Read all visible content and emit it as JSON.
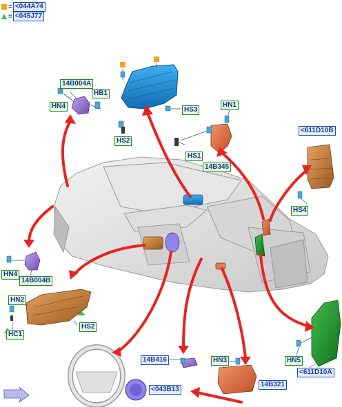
{
  "legend": [
    {
      "code": "<044A74",
      "symbol": "square",
      "color": "#f2a321"
    },
    {
      "code": "<045J77",
      "symbol": "triangle",
      "color": "#3cbf3c"
    }
  ],
  "labels": {
    "l_14b004a": "14B004A",
    "l_hb1": "HB1",
    "l_hn4_top": "HN4",
    "l_hs3": "HS3",
    "l_hs2_top": "HS2",
    "l_hn1": "HN1",
    "l_hs1": "HS1",
    "l_14b345": "14B345",
    "l_611d10b": "<611D10B",
    "l_hs4": "HS4",
    "l_hn4_left": "HN4",
    "l_14b004b": "14B004B",
    "l_hn2": "HN2",
    "l_hc1": "HC1",
    "l_hs2_low": "HS2",
    "l_14b416": "14B416",
    "l_hn3": "HN3",
    "l_14b321": "14B321",
    "l_hn5": "HN5",
    "l_611d10a": "<611D10A",
    "l_043b13": "<043B13"
  },
  "colors": {
    "arrow": "#e8231f",
    "airbag_blue": "#1e8fd6",
    "airbag_orange": "#d97c37",
    "module_bronze": "#b8783a",
    "module_purple": "#9b74d1",
    "module_green": "#1f9a2e",
    "car_grey": "#c7c7c7"
  }
}
